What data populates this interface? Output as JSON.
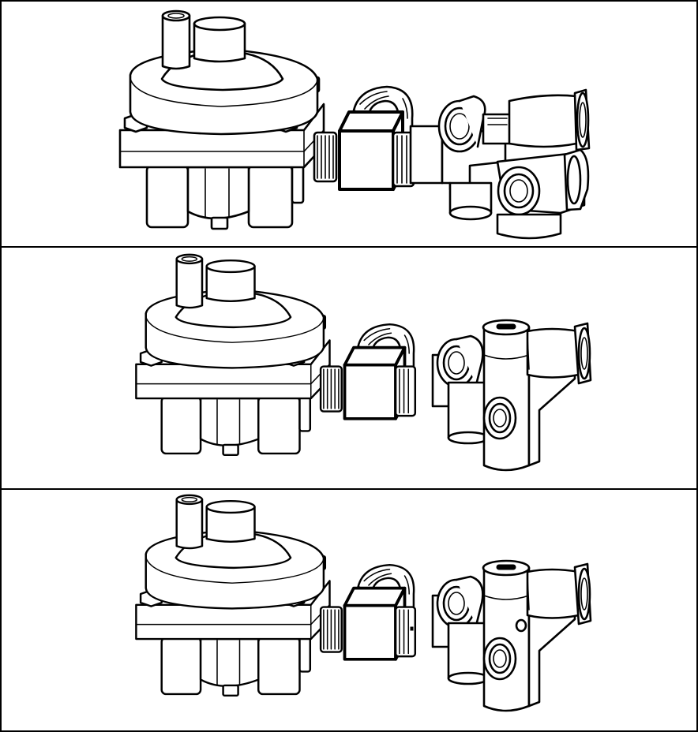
{
  "figure": {
    "panels": [
      {
        "id": "panel-1",
        "variant": "base"
      },
      {
        "id": "panel-2",
        "variant": "tee-block"
      },
      {
        "id": "panel-3",
        "variant": "tee-block-with-hole"
      }
    ],
    "colors": {
      "line": "#000000",
      "fill": "#ffffff",
      "border": "#000000"
    }
  }
}
